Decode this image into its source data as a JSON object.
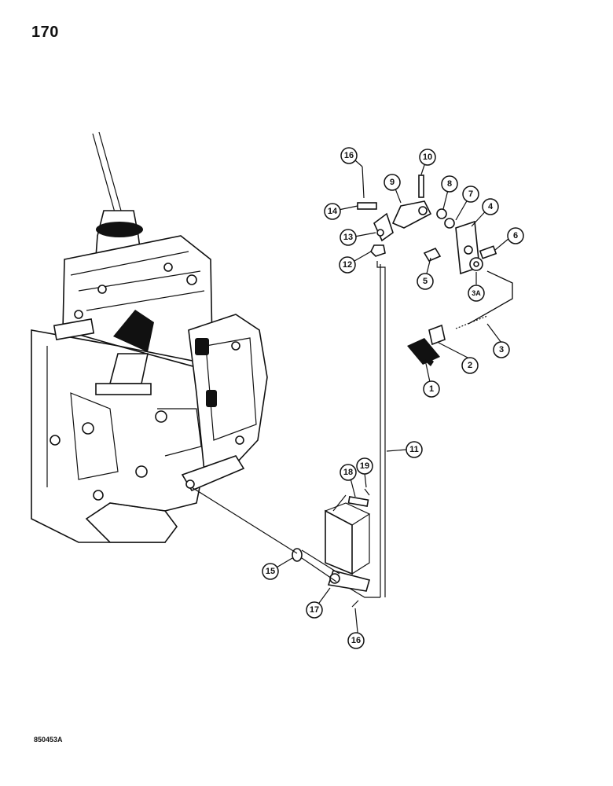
{
  "page_number": "170",
  "figure_code": "850453A",
  "callouts": [
    {
      "label": "1"
    },
    {
      "label": "2"
    },
    {
      "label": "3"
    },
    {
      "label": "3A"
    },
    {
      "label": "4"
    },
    {
      "label": "5"
    },
    {
      "label": "6"
    },
    {
      "label": "7"
    },
    {
      "label": "8"
    },
    {
      "label": "9"
    },
    {
      "label": "10"
    },
    {
      "label": "11"
    },
    {
      "label": "12"
    },
    {
      "label": "13"
    },
    {
      "label": "14"
    },
    {
      "label": "15"
    },
    {
      "label": "16"
    },
    {
      "label": "16"
    },
    {
      "label": "17"
    },
    {
      "label": "18"
    },
    {
      "label": "19"
    }
  ]
}
